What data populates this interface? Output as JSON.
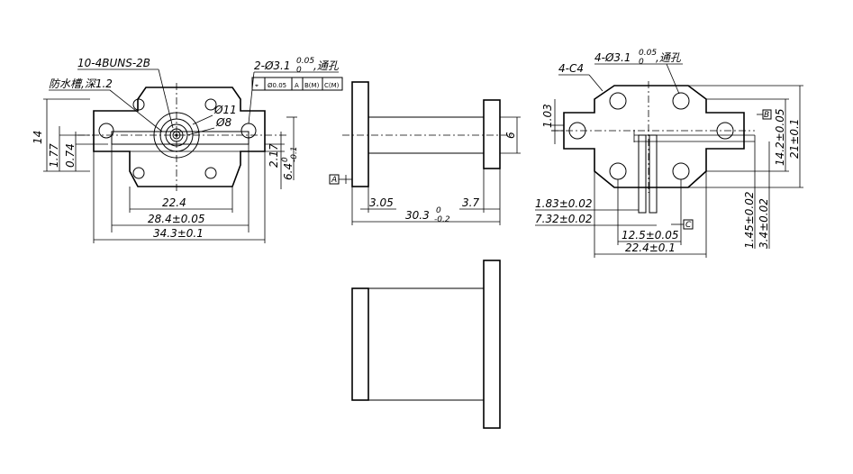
{
  "front_view": {
    "thread_note": "10-4BUNS-2B",
    "groove_note": "防水槽,深1.2",
    "hole_note": "2-Ø3.1",
    "hole_tol_upper": "0.05",
    "hole_tol_lower": "0",
    "hole_suffix": ",通孔",
    "fcf_symbol": "⌖",
    "fcf_tol": "Ø0.05",
    "fcf_a": "A",
    "fcf_b": "B(M)",
    "fcf_c": "C(M)",
    "dia_11": "Ø11",
    "dia_8": "Ø8",
    "dim_14": "14",
    "dim_177": "1.77",
    "dim_074": "0.74",
    "dim_217": "2.17",
    "dim_64": "6.4",
    "dim_64_tol_upper": "0",
    "dim_64_tol_lower": "-0.1",
    "dim_224": "22.4",
    "dim_284": "28.4±0.05",
    "dim_343": "34.3±0.1"
  },
  "side_view": {
    "datum_a": "A",
    "dim_305": "3.05",
    "dim_37": "3.7",
    "dim_303": "30.3",
    "dim_303_tol_upper": "0",
    "dim_303_tol_lower": "-0.2",
    "dim_6": "6"
  },
  "rear_view": {
    "chamfer_note": "4-C4",
    "hole_note": "4-Ø3.1",
    "hole_tol_upper": "0.05",
    "hole_tol_lower": "0",
    "hole_suffix": ",通孔",
    "dim_103": "1.03",
    "datum_b": "B",
    "datum_c": "C",
    "dim_142": "14.2±0.05",
    "dim_21": "21±0.1",
    "dim_183": "1.83±0.02",
    "dim_732": "7.32±0.02",
    "dim_145": "1.45±0.02",
    "dim_34": "3.4±0.02",
    "dim_125": "12.5±0.05",
    "dim_224": "22.4±0.1"
  }
}
